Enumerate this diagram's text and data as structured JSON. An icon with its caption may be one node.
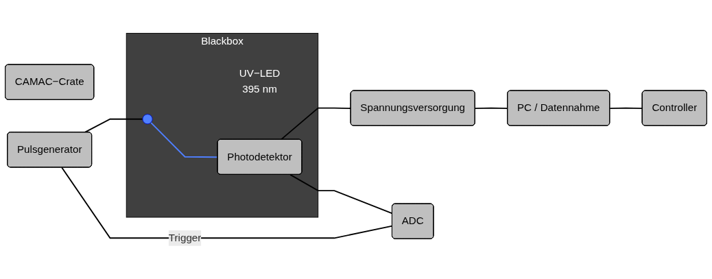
{
  "diagram": {
    "nodes": [
      {
        "text": [
          "Blackbox"
        ]
      },
      {
        "text": [],
        "shape": "circle",
        "in": 0,
        "beside": [
          "UV−LED",
          "395 nm"
        ]
      },
      {
        "text": [
          "Photodetektor"
        ],
        "in": 0
      },
      {
        "text": [
          "Spannungsversorgung"
        ]
      },
      {
        "text": [
          "PC / Datennahme"
        ]
      },
      {
        "text": [
          "ADC"
        ]
      },
      {
        "text": [
          "Controller"
        ]
      },
      {
        "text": [
          "CAMAC−Crate"
        ]
      },
      {
        "text": [
          "Pulsgenerator"
        ]
      }
    ],
    "edges": [
      {
        "from": 1,
        "to": 2,
        "arrow": "none",
        "color": "#4f7fff"
      },
      {
        "from": 2,
        "to": 3,
        "arrow": "none"
      },
      {
        "from": 2,
        "to": 5,
        "arrow": "none"
      },
      {
        "from": 3,
        "to": 4,
        "arrow": "none"
      },
      {
        "from": 4,
        "to": 6,
        "arrow": "none"
      },
      {
        "from": 8,
        "to": 1,
        "arrow": "none"
      },
      {
        "from": 8,
        "to": 5,
        "arrow": "none",
        "label": "Trigger"
      }
    ]
  }
}
